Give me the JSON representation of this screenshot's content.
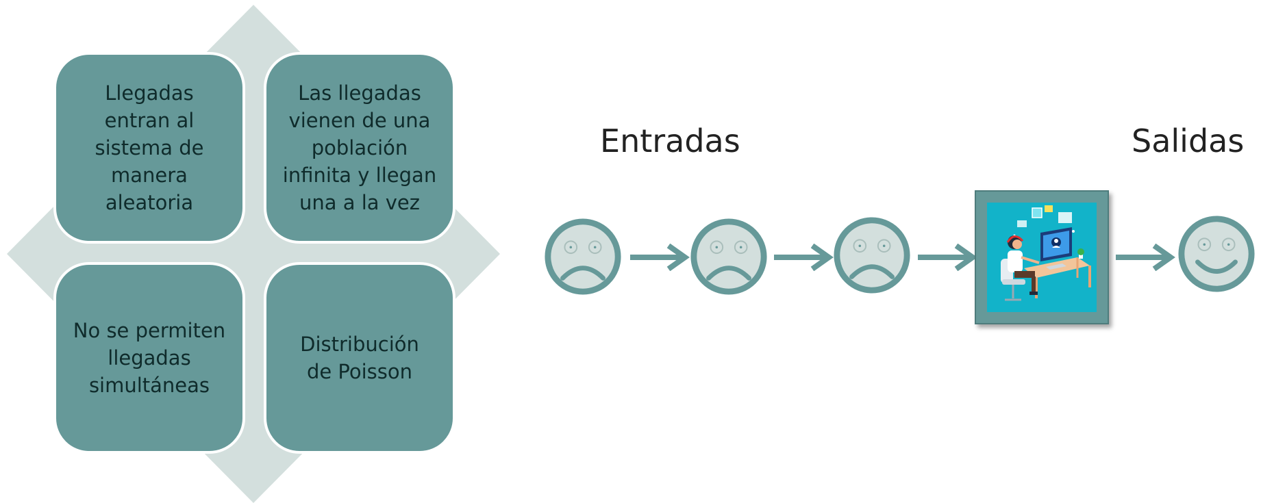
{
  "colors": {
    "card_fill": "#669999",
    "card_text": "#0f2b2b",
    "diamond_background": "#d3dfdd",
    "face_fill": "#d3dfdd",
    "face_stroke": "#669999",
    "arrow": "#669999",
    "illustration_background": "#12b3c9"
  },
  "characteristics": [
    {
      "lines": [
        "Llegadas",
        "entran al",
        "sistema de",
        "manera",
        "aleatoria"
      ]
    },
    {
      "lines": [
        "Las llegadas",
        "vienen de una",
        "población",
        "infinita y llegan",
        "una a la vez"
      ]
    },
    {
      "lines": [
        "No se permiten",
        "llegadas",
        "simultáneas"
      ]
    },
    {
      "lines": [
        "Distribución",
        "de Poisson"
      ]
    }
  ],
  "flow": {
    "input_label": "Entradas",
    "output_label": "Salidas",
    "icons": [
      "sad-face-icon",
      "sad-face-icon",
      "sad-face-icon",
      "office-worker-icon",
      "happy-face-icon"
    ]
  }
}
